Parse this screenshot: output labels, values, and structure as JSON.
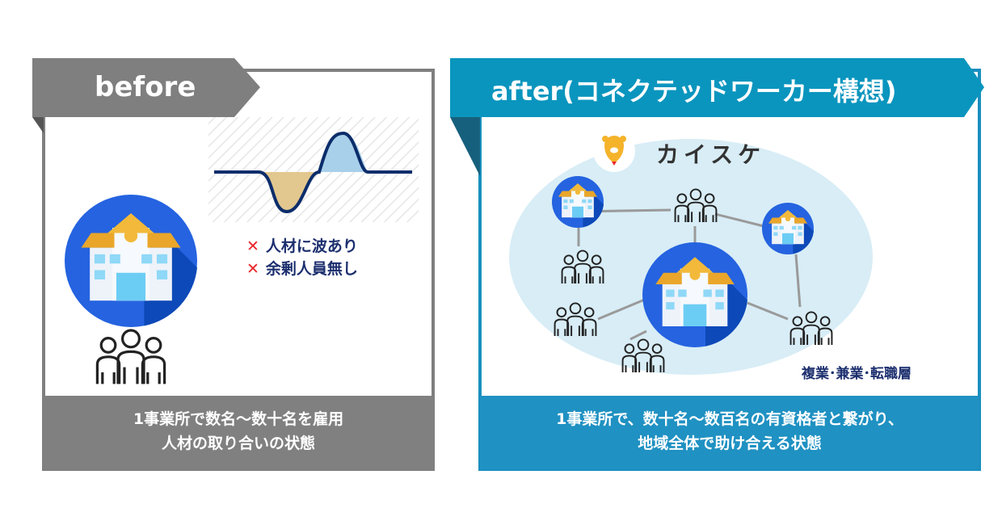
{
  "before": {
    "title": "before",
    "issues": [
      "人材に波あり",
      "余剰人員無し"
    ],
    "issue_mark": "✕",
    "footer": [
      "1事業所で数名〜数十名を雇用",
      "人材の取り合いの状態"
    ]
  },
  "after": {
    "title": "after(コネクテッドワーカー構想)",
    "brand": "カイスケ",
    "worker_label": "複業･兼業･転職層",
    "footer": [
      "1事業所で、数十名〜数百名の有資格者と繋がり、",
      "地域全体で助け合える状態"
    ]
  },
  "colors": {
    "before": "#7f7f7f",
    "after": "#0a95be",
    "navy": "#1c2f6e",
    "cross": "#e8262a"
  }
}
